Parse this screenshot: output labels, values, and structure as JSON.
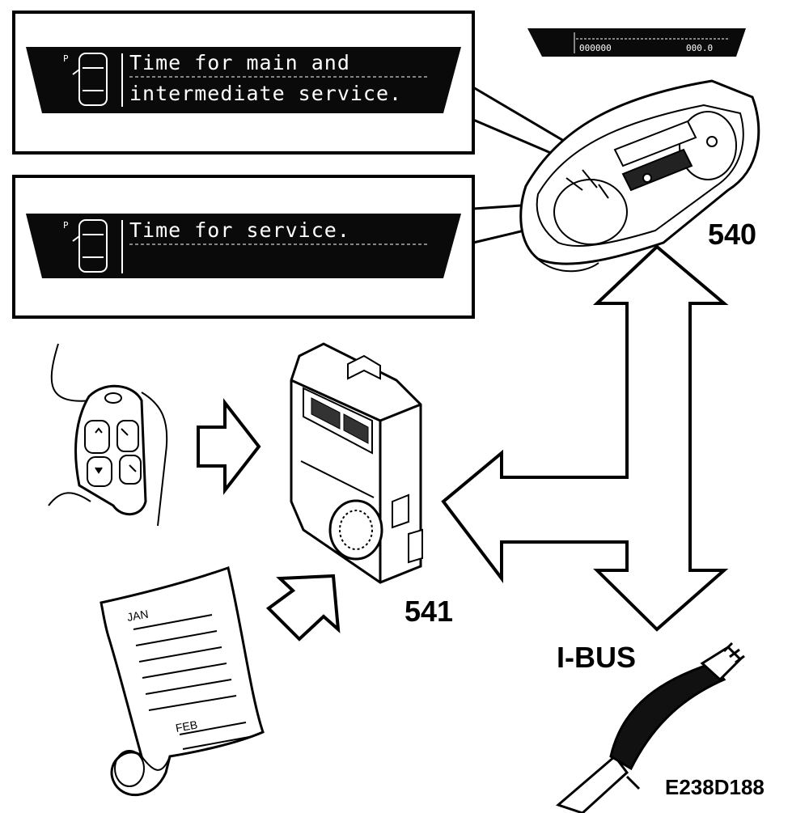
{
  "message_box_1": {
    "line_1": "Time for main and",
    "line_2": "intermediate service.",
    "indicator": "P"
  },
  "message_box_2": {
    "line_1": "Time for service.",
    "indicator": "P"
  },
  "odometer": {
    "left_value": "000000",
    "right_value": "000.0"
  },
  "labels": {
    "instrument_cluster": "540",
    "control_module": "541",
    "bus": "I-BUS",
    "figure_code": "E238D188"
  },
  "service_record": {
    "month_1": "JAN",
    "month_2": "FEB"
  },
  "icons": {
    "car": "car-top-view-icon",
    "steering_buttons": "steering-wheel-buttons-icon",
    "document": "service-record-scroll-icon",
    "cable": "diagnostic-cable-icon"
  }
}
